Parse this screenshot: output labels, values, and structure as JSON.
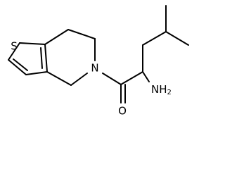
{
  "molecule": {
    "atoms": {
      "sulfur": "S",
      "ring_nitrogen": "N",
      "amine_main": "NH",
      "amine_sub": "2",
      "carbonyl_oxygen": "O"
    },
    "colors": {
      "bond": "#000000",
      "label": "#000000",
      "background": "#ffffff"
    }
  }
}
